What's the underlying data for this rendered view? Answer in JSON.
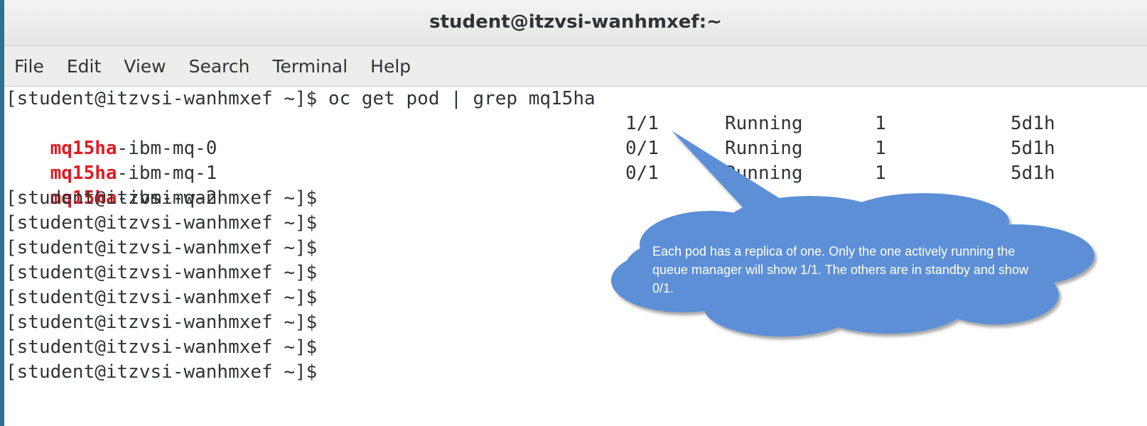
{
  "window": {
    "title": "student@itzvsi-wanhmxef:~"
  },
  "menu": [
    "File",
    "Edit",
    "View",
    "Search",
    "Terminal",
    "Help"
  ],
  "terminal": {
    "command_line": "[student@itzvsi-wanhmxef ~]$ oc get pod | grep mq15ha",
    "pods": [
      {
        "prefix": "mq15ha",
        "suffix": "-ibm-mq-0",
        "ready": "1/1",
        "status": "Running",
        "restarts": "1",
        "age": "5d1h"
      },
      {
        "prefix": "mq15ha",
        "suffix": "-ibm-mq-1",
        "ready": "0/1",
        "status": "Running",
        "restarts": "1",
        "age": "5d1h"
      },
      {
        "prefix": "mq15ha",
        "suffix": "-ibm-mq-2",
        "ready": "0/1",
        "status": "Running",
        "restarts": "1",
        "age": "5d1h"
      }
    ],
    "prompts": [
      "[student@itzvsi-wanhmxef ~]$",
      "[student@itzvsi-wanhmxef ~]$",
      "[student@itzvsi-wanhmxef ~]$",
      "[student@itzvsi-wanhmxef ~]$",
      "[student@itzvsi-wanhmxef ~]$",
      "[student@itzvsi-wanhmxef ~]$",
      "[student@itzvsi-wanhmxef ~]$",
      "[student@itzvsi-wanhmxef ~]$"
    ]
  },
  "callout": {
    "text": "Each pod has a replica of one. Only the one actively running the queue manager will show 1/1. The others are in standby and show 0/1.",
    "fill": "#5b8fd6"
  },
  "colors": {
    "highlight": "#e01b24",
    "terminal_text": "#2e3436"
  }
}
